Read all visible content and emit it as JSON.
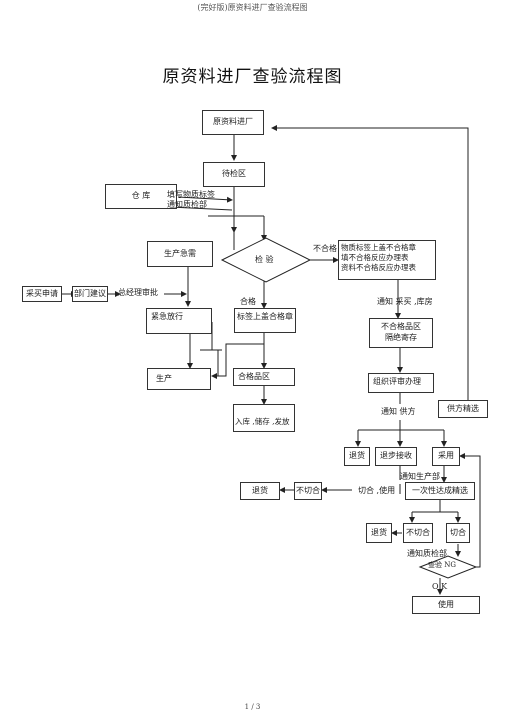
{
  "doc": {
    "header": "(完好版)原资料进厂查验流程图",
    "title": "原资料进厂查验流程图",
    "footer": "1 / 3"
  },
  "nodes": {
    "enter": "原资料进厂",
    "pending": "待检区",
    "warehouse": "仓    库",
    "fill_label": "填写物质标签\n通知质检部",
    "urgent": "生产急需",
    "inspect": "检    验",
    "unqualified": "不合格",
    "nc_label": "物质标签上盖不合格章\n填不合格反应办理表\n资料不合格反应办理表",
    "purchase_apply": "采买申请",
    "dept_advice": "部门建议",
    "gm_approve": "总经理审批",
    "qualified": "合格",
    "qualified_stamp": "标签上盖合格章",
    "emergency": "紧急放行",
    "notify_wh": "通知    采买 ,库房",
    "nc_zone": "不合格品区\n隔绝寄存",
    "production": "生产",
    "qualified_zone": "合格品区",
    "review": "组织评审办理",
    "storage": "入库 ,储存 ,发放",
    "notify_supplier": "通知    供方",
    "supplier_select": "供方精选",
    "return1": "退货",
    "concession": "退步接收",
    "adopt": "采用",
    "notify_prod": "通知生产部",
    "return2": "退货",
    "not_cut": "不切合",
    "cut_use": "切合 ,使用",
    "one_time": "一次性达成精选",
    "return3": "退货",
    "not_cut2": "不切合",
    "cut2": "切合",
    "notify_qc": "通知质检部",
    "check_ng": "查验 NG",
    "ok": "O K",
    "use": "使用"
  }
}
